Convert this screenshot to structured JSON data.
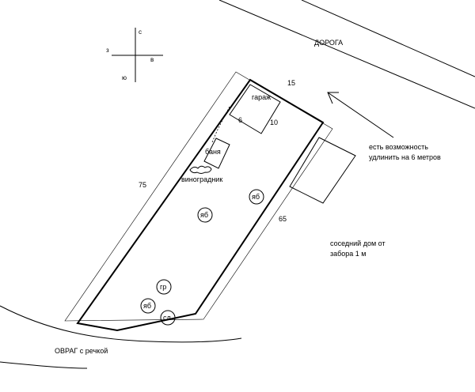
{
  "compass": {
    "north": "с",
    "west": "з",
    "east": "в",
    "south": "ю"
  },
  "road": {
    "label": "ДОРОГА"
  },
  "plot": {
    "length_left": "75",
    "length_right": "65",
    "width_top": "15"
  },
  "garage": {
    "label": "гараж",
    "width": "6",
    "depth": "10"
  },
  "bathhouse": {
    "label": "баня"
  },
  "vineyard": {
    "label": "виноградник"
  },
  "trees": [
    {
      "label": "яб"
    },
    {
      "label": "яб"
    },
    {
      "label": "гр"
    },
    {
      "label": "яб"
    },
    {
      "label": "сл"
    }
  ],
  "extension_note": {
    "line1": "есть возможность",
    "line2": "удлинить на 6 метров"
  },
  "neighbor_note": {
    "line1": "соседний дом от",
    "line2": "забора 1 м"
  },
  "ravine": {
    "label": "ОВРАГ с речкой"
  }
}
